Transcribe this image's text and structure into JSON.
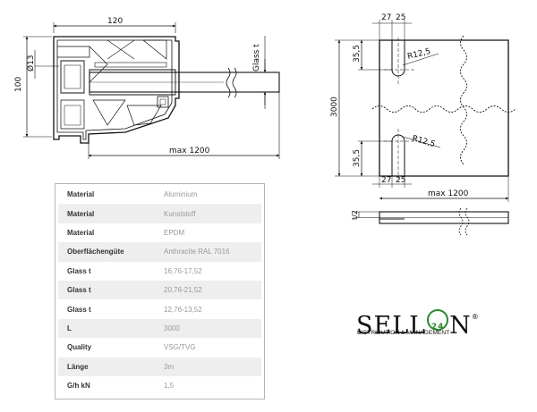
{
  "drawing": {
    "profile": {
      "width_label": "120",
      "height_label": "100",
      "diameter_label": "Ø13",
      "glass_label": "Glass t",
      "max_label": "max 1200"
    },
    "front": {
      "width_label": "max 1200",
      "height_label": "3000",
      "edge_top": "27",
      "slot_top": "25",
      "slot_top_h": "35,5",
      "radius_top": "R12,5",
      "edge_bottom": "27",
      "slot_bottom": "25",
      "slot_bottom_h": "35,5",
      "radius_bottom": "R12,5"
    },
    "side": {
      "t_label": "t/2"
    }
  },
  "specs": [
    {
      "label": "Material",
      "value": "Aluminium"
    },
    {
      "label": "Material",
      "value": "Kunststoff"
    },
    {
      "label": "Material",
      "value": "EPDM"
    },
    {
      "label": "Oberflächengüte",
      "value": "Anthracite RAL 7016"
    },
    {
      "label": "Glass t",
      "value": "16,76-17,52"
    },
    {
      "label": "Glass t",
      "value": "20,76-21,52"
    },
    {
      "label": "Glass t",
      "value": "12,76-13,52"
    },
    {
      "label": "L",
      "value": "3000"
    },
    {
      "label": "Quality",
      "value": "VSG/TVG"
    },
    {
      "label": "Länge",
      "value": "3m"
    },
    {
      "label": "G/h kN",
      "value": "1,5"
    }
  ],
  "logo": {
    "word_start": "SELL",
    "badge": "24",
    "word_end": "N",
    "reg": "®",
    "tagline": "DISTRIBUTION & MANAGEMENT",
    "badge_color": "#2b8a2b"
  }
}
